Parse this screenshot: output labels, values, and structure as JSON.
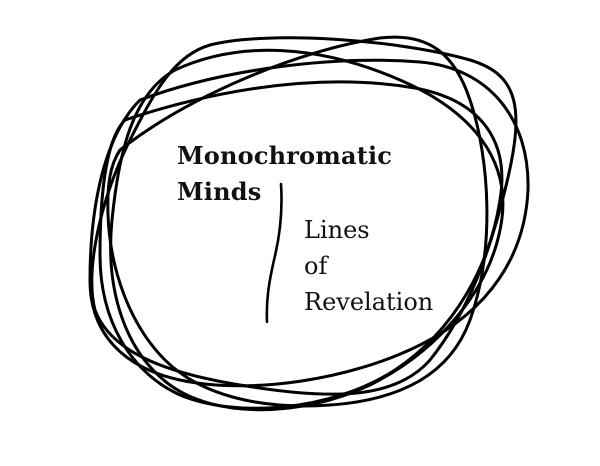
{
  "title": {
    "line1": "Monochromatic",
    "line2": "Minds"
  },
  "subtitle": {
    "line1": "Lines",
    "line2": "of",
    "line3": "Revelation"
  },
  "colors": {
    "background": "#ffffff",
    "ink": "#000000"
  }
}
